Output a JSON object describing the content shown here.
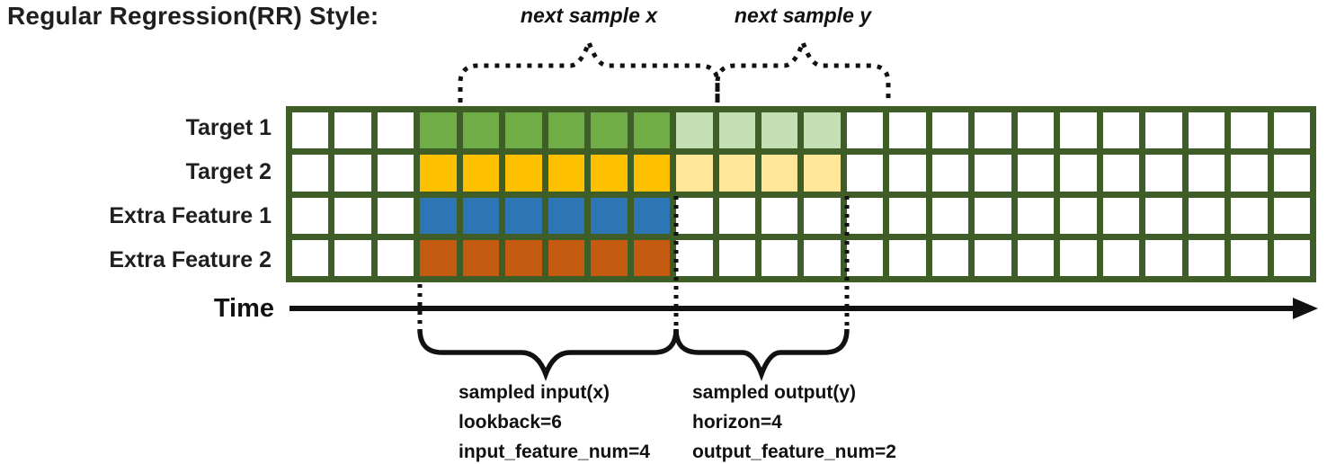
{
  "title": "Regular Regression(RR) Style:",
  "labels": {
    "next_sample_x": "next sample x",
    "next_sample_y": "next sample y"
  },
  "time_axis": {
    "label": "Time"
  },
  "annotations": {
    "input": {
      "lines": [
        "sampled input(x)",
        "lookback=6",
        "input_feature_num=4"
      ]
    },
    "output": {
      "lines": [
        "sampled output(y)",
        "horizon=4",
        "output_feature_num=2"
      ]
    }
  },
  "grid": {
    "columns": 24,
    "input_start_col": 4,
    "lookback": 6,
    "horizon": 4,
    "border_color": "#3F5D26",
    "empty_cell_color": "#FFFFFF",
    "rows": [
      {
        "label": "Target 1",
        "input_color": "#70AD47",
        "output_color": "#C5E0B4"
      },
      {
        "label": "Target 2",
        "input_color": "#FFC000",
        "output_color": "#FFE699"
      },
      {
        "label": "Extra Feature 1",
        "input_color": "#2E75B6",
        "output_color": null
      },
      {
        "label": "Extra Feature 2",
        "input_color": "#C55A11",
        "output_color": null
      }
    ]
  }
}
